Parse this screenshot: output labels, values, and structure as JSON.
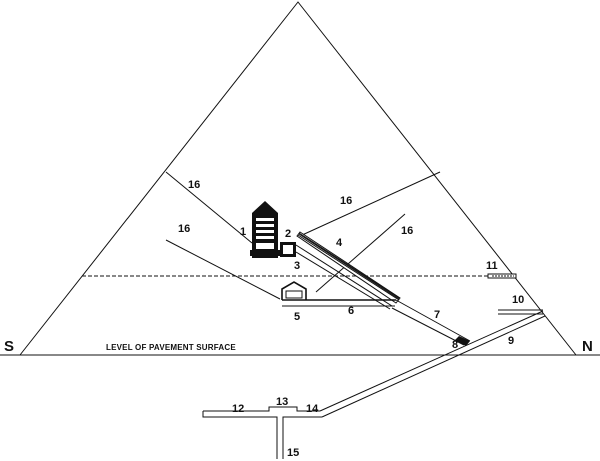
{
  "direction": {
    "south": "S",
    "north": "N"
  },
  "caption": "LEVEL OF PAVEMENT SURFACE",
  "labels": {
    "n1": "1",
    "n2": "2",
    "n3": "3",
    "n4": "4",
    "n5": "5",
    "n6": "6",
    "n7": "7",
    "n8": "8",
    "n9": "9",
    "n10": "10",
    "n11": "11",
    "n12": "12",
    "n13": "13",
    "n14": "14",
    "n15": "15",
    "n16a": "16",
    "n16b": "16",
    "n16c": "16",
    "n16d": "16"
  },
  "colors": {
    "ink": "#111111",
    "background": "#ffffff"
  }
}
